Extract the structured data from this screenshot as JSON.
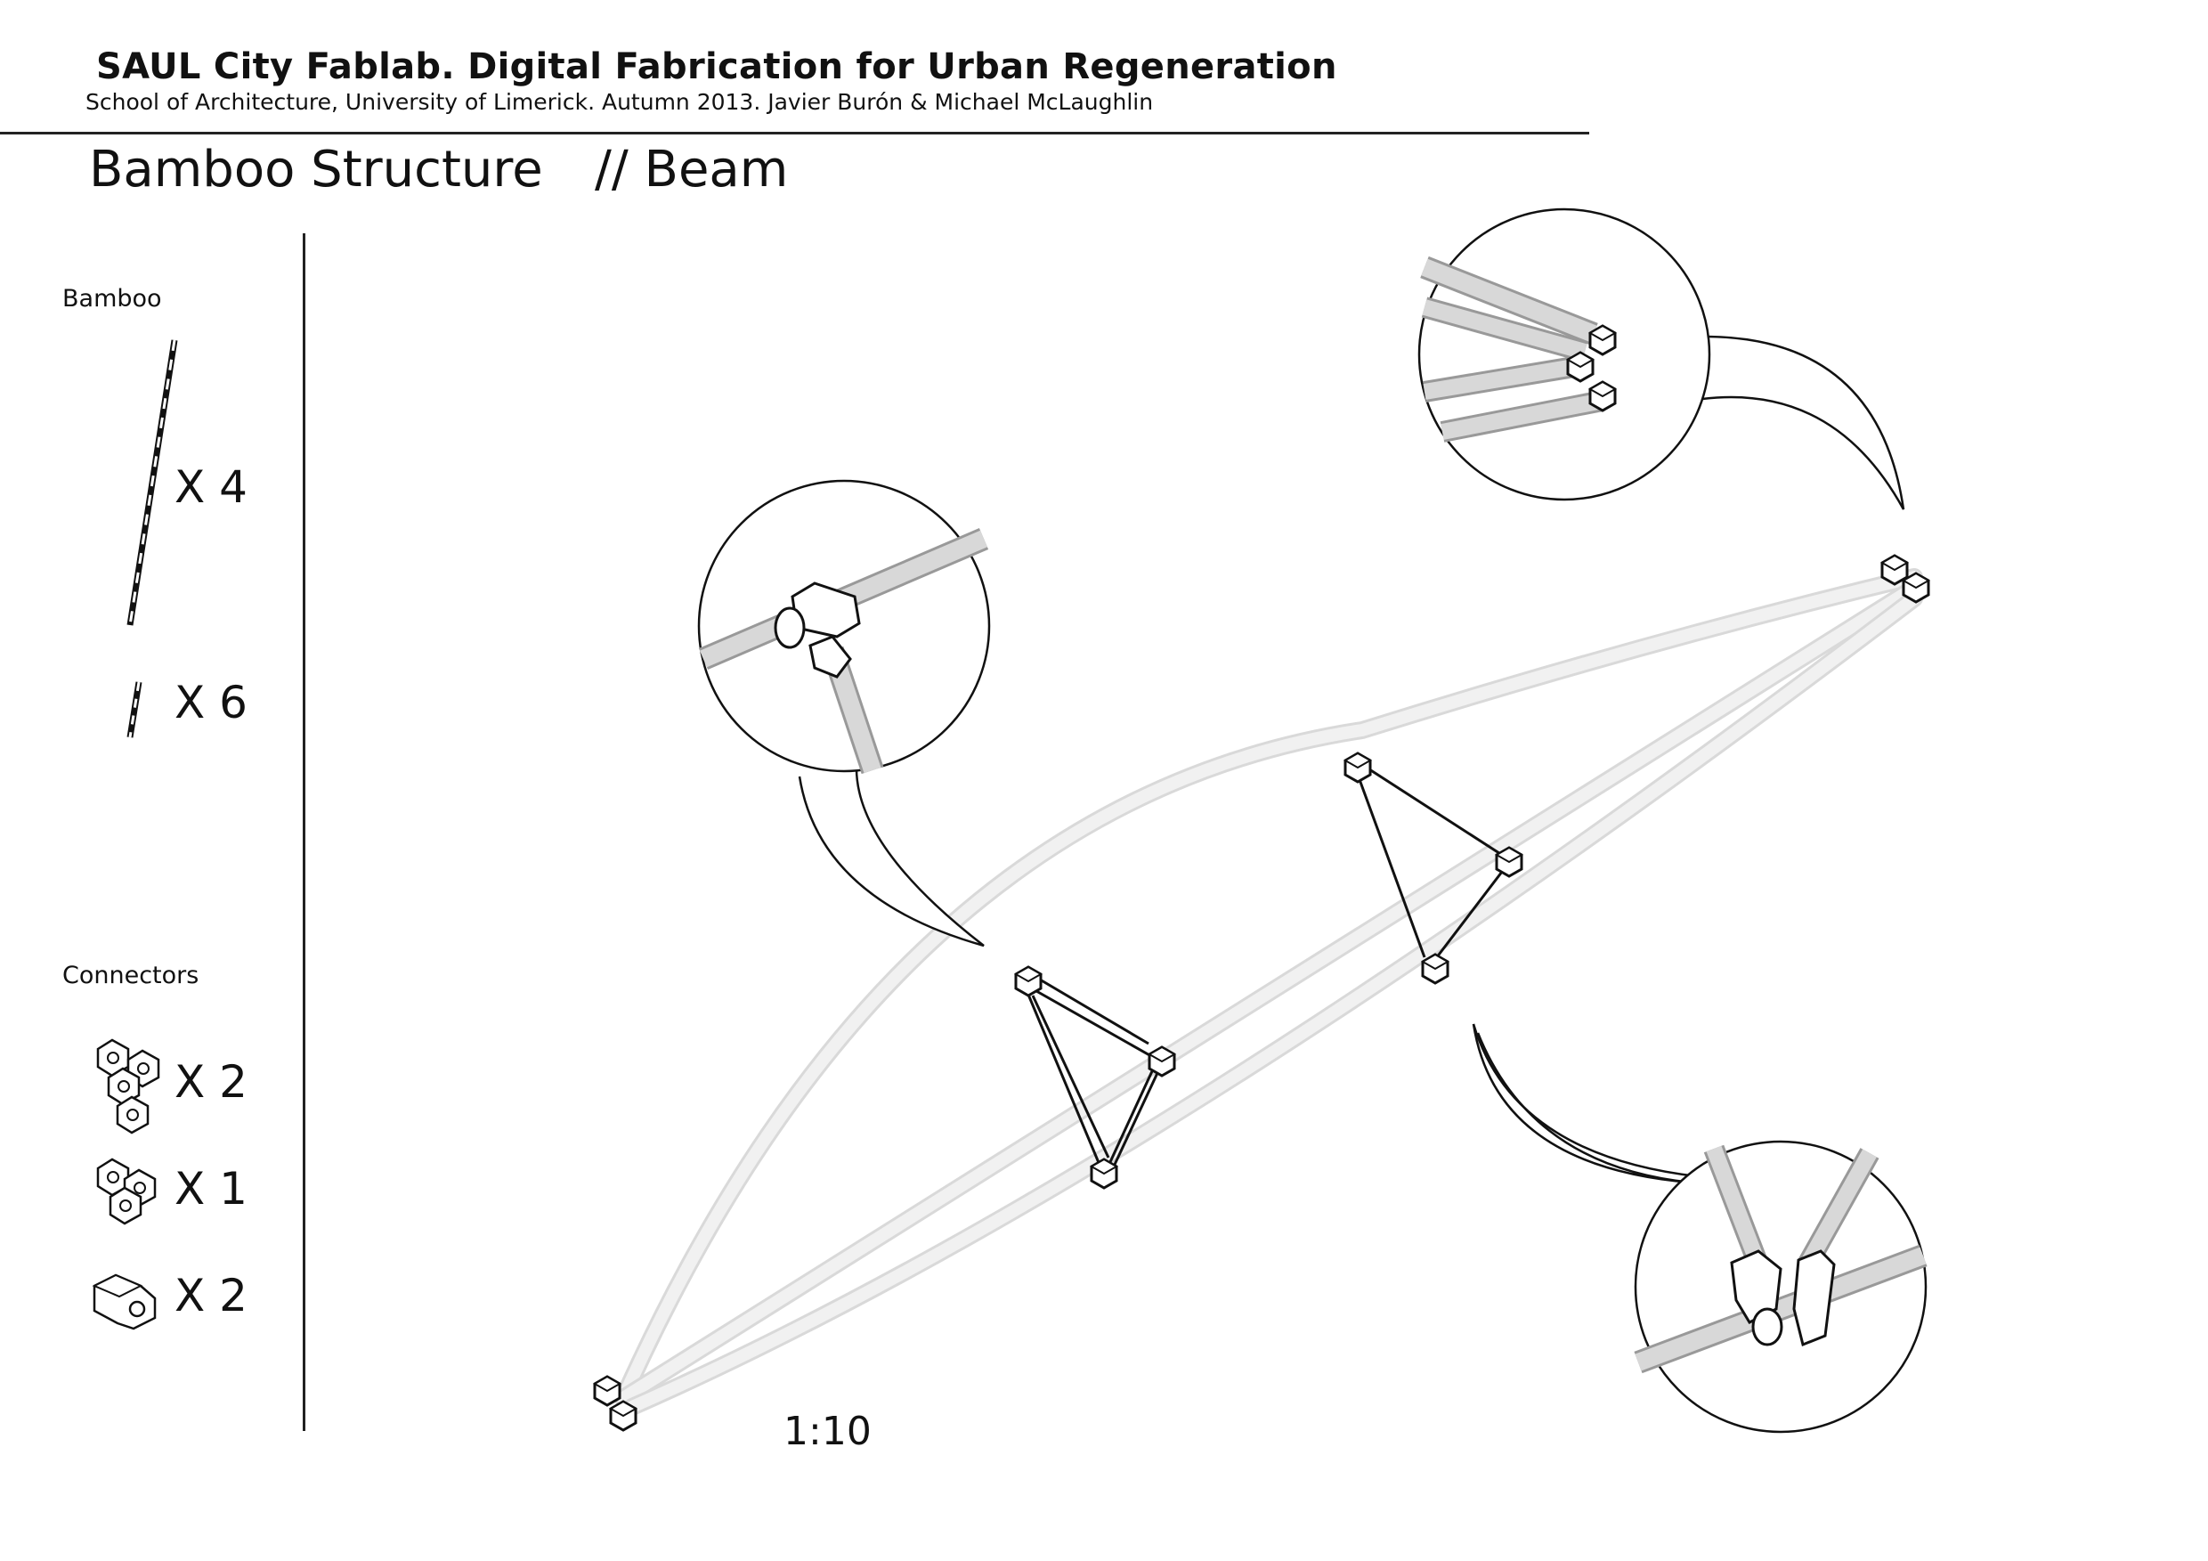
{
  "header": {
    "title": "SAUL City Fablab. Digital Fabrication for Urban Regeneration",
    "subtitle": "School of Architecture, University of Limerick. Autumn 2013. Javier Burón & Michael McLaughlin"
  },
  "sheet": {
    "title": "Bamboo Structure",
    "subtitle": "// Beam",
    "scale": "1:10"
  },
  "legend": {
    "bamboo": {
      "label": "Bamboo",
      "items": [
        {
          "name": "long-bamboo-pole",
          "qty": "X 4"
        },
        {
          "name": "short-bamboo-pole",
          "qty": "X 6"
        }
      ]
    },
    "connectors": {
      "label": "Connectors",
      "items": [
        {
          "name": "four-way-hex-connector",
          "qty": "X 2"
        },
        {
          "name": "three-way-connector",
          "qty": "X 1"
        },
        {
          "name": "two-way-connector",
          "qty": "X 2"
        }
      ]
    }
  },
  "colors": {
    "ink": "#111111",
    "bamboo_fill": "#ececec",
    "bamboo_detail": "#c8c8c8",
    "background": "#ffffff"
  }
}
